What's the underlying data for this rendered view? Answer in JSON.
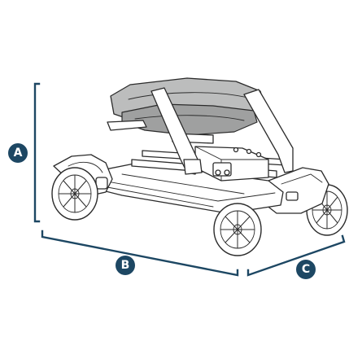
{
  "dimensions": {
    "height_label": "A",
    "length_label": "B",
    "width_label": "C"
  },
  "colors": {
    "accent": "#1d4763",
    "seat": "#bcbdbd",
    "outline": "#2b2b2b"
  },
  "illustration": {
    "icon": "mobility-scooter-icon"
  }
}
